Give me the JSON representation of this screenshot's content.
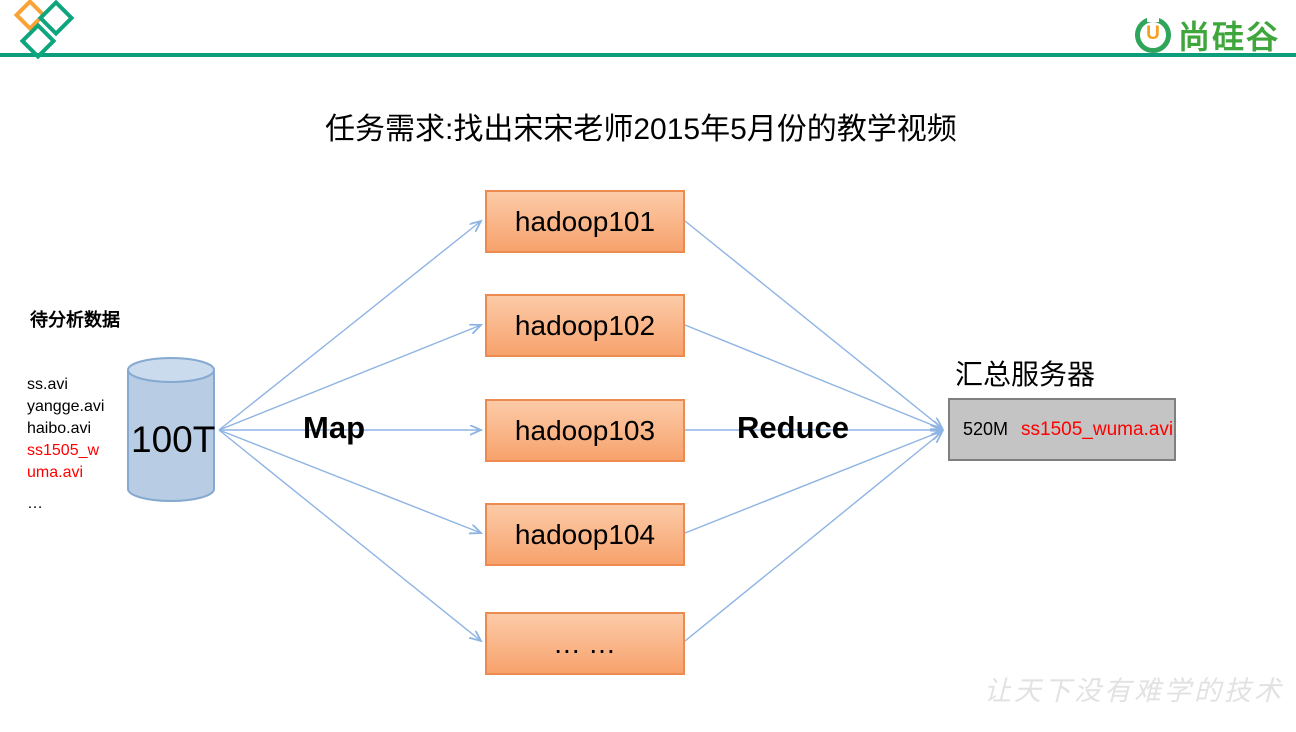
{
  "header": {
    "brand_name": "尚硅谷",
    "brand_letter": "U"
  },
  "title": "任务需求:找出宋宋老师2015年5月份的教学视频",
  "source_data": {
    "label": "待分析数据",
    "files": [
      "ss.avi",
      "yangge.avi",
      "haibo.avi"
    ],
    "highlight_lines": [
      "ss1505_w",
      "uma.avi"
    ],
    "ellipsis": "…",
    "capacity": "100T"
  },
  "phases": {
    "map_label": "Map",
    "reduce_label": "Reduce"
  },
  "nodes": [
    {
      "label": "hadoop101"
    },
    {
      "label": "hadoop102"
    },
    {
      "label": "hadoop103"
    },
    {
      "label": "hadoop104"
    },
    {
      "label": "... ..."
    }
  ],
  "result": {
    "label": "汇总服务器",
    "size": "520M",
    "file": "ss1505_wuma.avi"
  },
  "watermark": "让天下没有难学的技术",
  "colors": {
    "accent_green": "#0E9D7C",
    "brand_green": "#3FA63C",
    "brand_orange": "#F5A01E",
    "arrow_blue": "#8EB4E3",
    "node_fill_top": "#FCCBA8",
    "node_fill_bottom": "#F7A26C",
    "node_border": "#ED8A4F",
    "cylinder_fill": "#B8CCE4",
    "result_box_fill": "#C4C4C4",
    "highlight_red": "#FF0000"
  }
}
